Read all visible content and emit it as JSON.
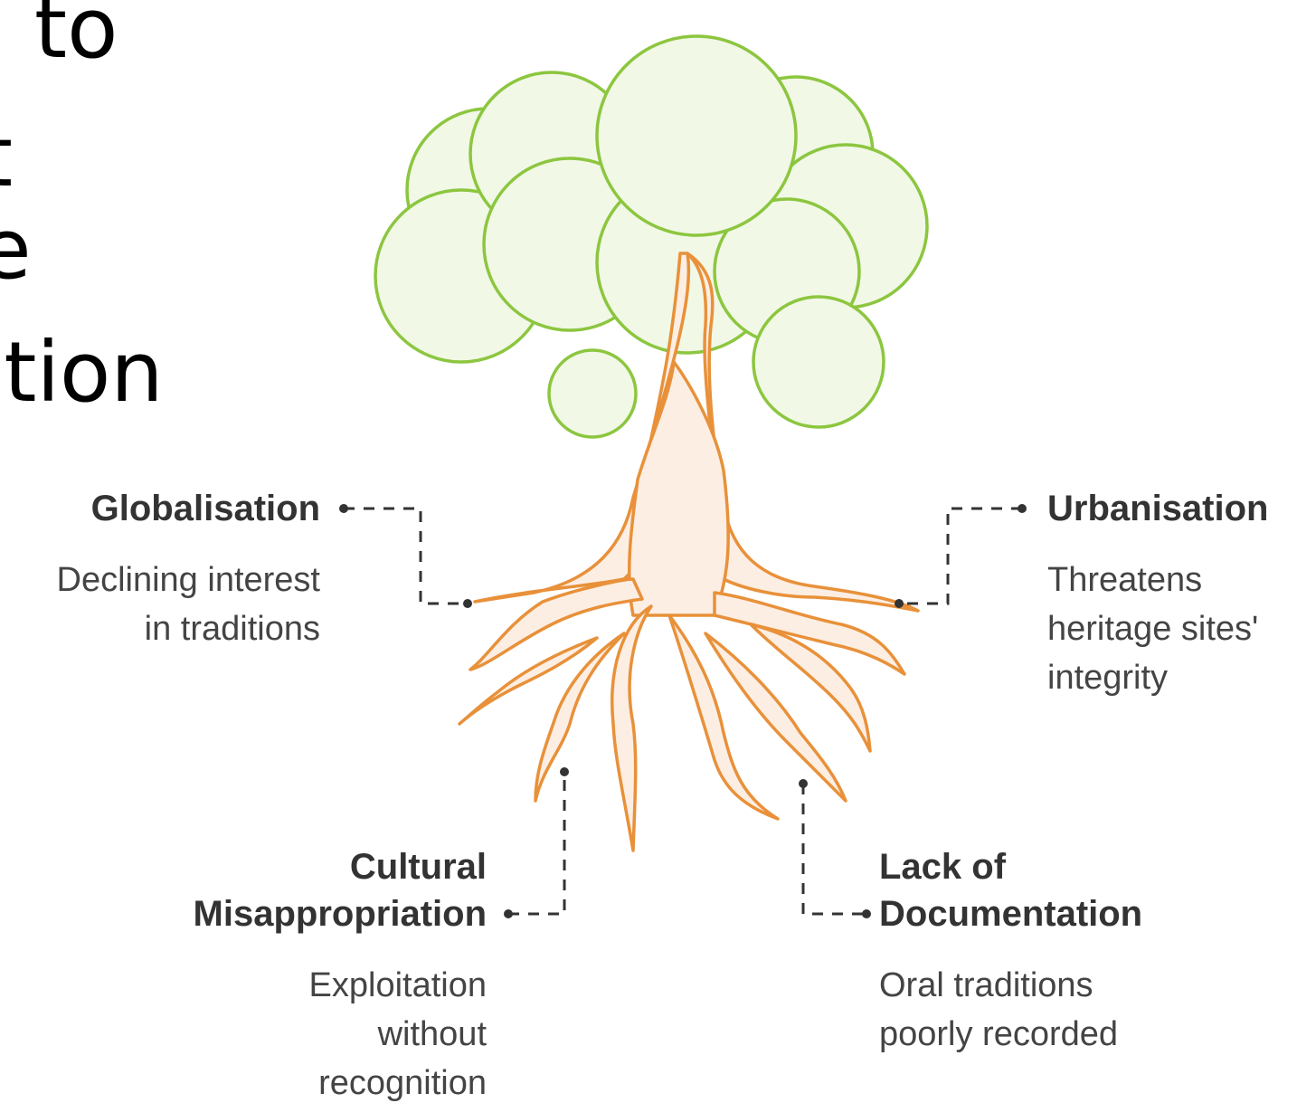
{
  "background_text": {
    "lines": [
      "to",
      "t",
      "e",
      "ation"
    ]
  },
  "colors": {
    "foliage_fill": "#f1f8e6",
    "foliage_stroke": "#8cc63f",
    "trunk_fill": "#fdeee3",
    "trunk_stroke": "#e8913a",
    "connector": "#333333"
  },
  "callouts": {
    "globalisation": {
      "title": [
        "Globalisation"
      ],
      "description": [
        "Declining interest",
        "in traditions"
      ]
    },
    "urbanisation": {
      "title": [
        "Urbanisation"
      ],
      "description": [
        "Threatens",
        "heritage sites'",
        "integrity"
      ]
    },
    "misappropriation": {
      "title": [
        "Cultural",
        "Misappropriation"
      ],
      "description": [
        "Exploitation",
        "without",
        "recognition"
      ]
    },
    "documentation": {
      "title": [
        "Lack of",
        "Documentation"
      ],
      "description": [
        "Oral traditions",
        "poorly recorded"
      ]
    }
  }
}
